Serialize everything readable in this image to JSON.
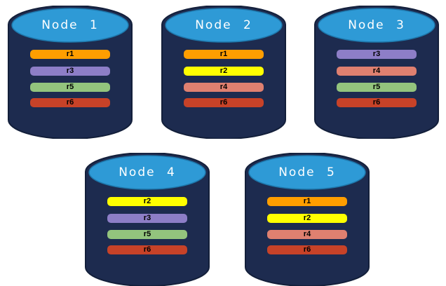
{
  "diagram": {
    "description": "Five database nodes with replica assignments"
  },
  "colors": {
    "page_bg": "#FFFFFF",
    "cylinder_body": "#1D2B4F",
    "cylinder_outline": "#131F3A",
    "cylinder_top": "#2E9AD6",
    "cylinder_top_edge": "#1E78AC",
    "title_text": "#FFFFFF",
    "bar_text": "#000000"
  },
  "replica_colors": {
    "r1": "#FF9E00",
    "r2": "#FFFF00",
    "r3": "#8D7EC7",
    "r4": "#DF8070",
    "r5": "#93C47D",
    "r6": "#C74228"
  },
  "nodes": [
    {
      "label": "Node 1",
      "replicas": [
        "r1",
        "r3",
        "r5",
        "r6"
      ]
    },
    {
      "label": "Node 2",
      "replicas": [
        "r1",
        "r2",
        "r4",
        "r6"
      ]
    },
    {
      "label": "Node 3",
      "replicas": [
        "r3",
        "r4",
        "r5",
        "r6"
      ]
    },
    {
      "label": "Node 4",
      "replicas": [
        "r2",
        "r3",
        "r5",
        "r6"
      ]
    },
    {
      "label": "Node 5",
      "replicas": [
        "r1",
        "r2",
        "r4",
        "r6"
      ]
    }
  ]
}
